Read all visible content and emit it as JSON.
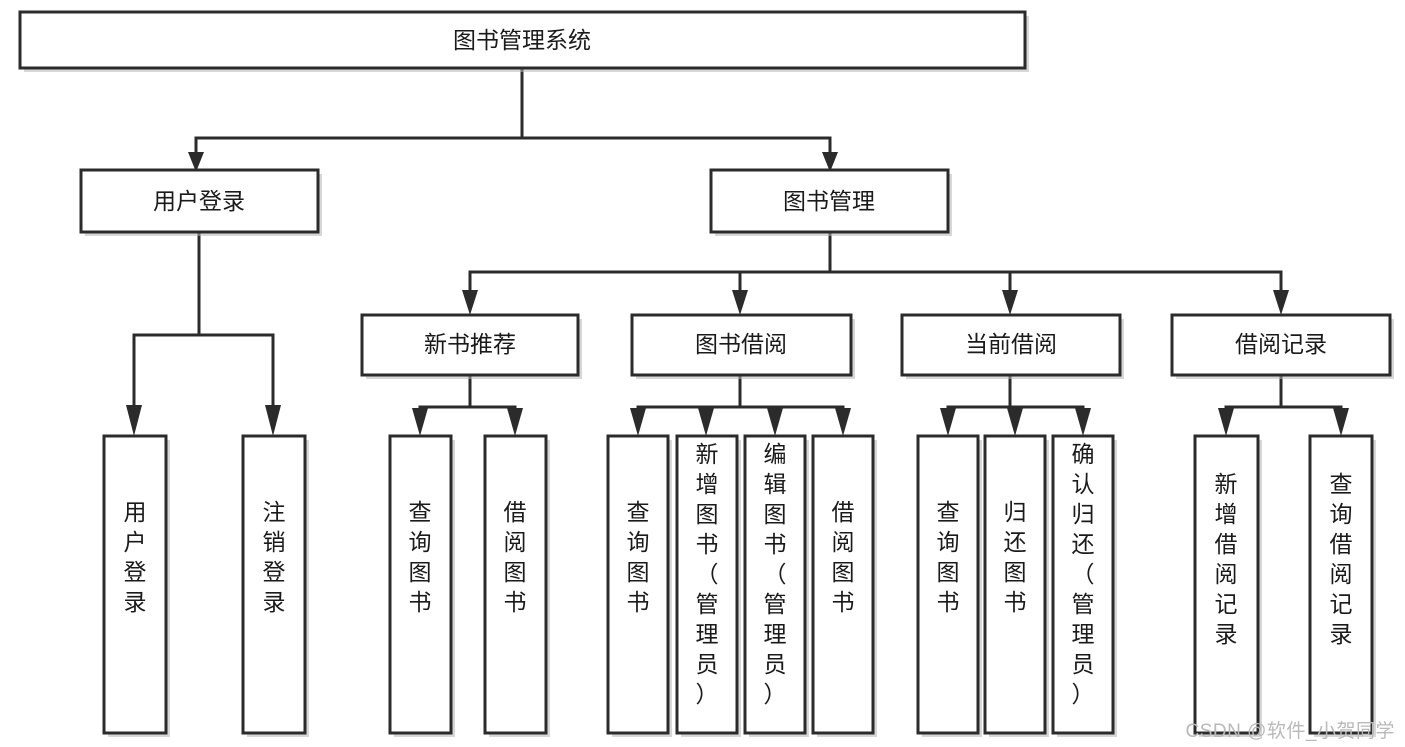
{
  "diagram": {
    "type": "hierarchy-tree",
    "title": "图书管理系统",
    "orientation": "top-down",
    "watermark": "CSDN @软件_小贺同学",
    "colors": {
      "stroke": "#2b2b2b",
      "fill": "#ffffff",
      "text": "#1a1a1a",
      "watermark": "#b9b9b9"
    },
    "levels": {
      "root": {
        "label": "图书管理系统"
      },
      "level2": [
        {
          "id": "user-login",
          "label": "用户登录"
        },
        {
          "id": "book-management",
          "label": "图书管理"
        }
      ],
      "level3": [
        {
          "id": "new-book-recommend",
          "label": "新书推荐",
          "parent": "book-management"
        },
        {
          "id": "book-borrow",
          "label": "图书借阅",
          "parent": "book-management"
        },
        {
          "id": "current-borrow",
          "label": "当前借阅",
          "parent": "book-management"
        },
        {
          "id": "borrow-record",
          "label": "借阅记录",
          "parent": "book-management"
        }
      ],
      "leaves": [
        {
          "id": "leaf-user-login",
          "label": "用户登录",
          "parent": "user-login"
        },
        {
          "id": "leaf-logout-login",
          "label": "注销登录",
          "parent": "user-login"
        },
        {
          "id": "leaf-query-book-1",
          "label": "查询图书",
          "parent": "new-book-recommend"
        },
        {
          "id": "leaf-borrow-book-1",
          "label": "借阅图书",
          "parent": "new-book-recommend"
        },
        {
          "id": "leaf-query-book-2",
          "label": "查询图书",
          "parent": "book-borrow"
        },
        {
          "id": "leaf-add-book",
          "label": "新增图书（管理员）",
          "parent": "book-borrow"
        },
        {
          "id": "leaf-edit-book",
          "label": "编辑图书（管理员）",
          "parent": "book-borrow"
        },
        {
          "id": "leaf-borrow-book-2",
          "label": "借阅图书",
          "parent": "book-borrow"
        },
        {
          "id": "leaf-query-book-3",
          "label": "查询图书",
          "parent": "current-borrow"
        },
        {
          "id": "leaf-return-book",
          "label": "归还图书",
          "parent": "current-borrow"
        },
        {
          "id": "leaf-confirm-return",
          "label": "确认归还（管理员）",
          "parent": "current-borrow"
        },
        {
          "id": "leaf-add-record",
          "label": "新增借阅记录",
          "parent": "borrow-record"
        },
        {
          "id": "leaf-query-record",
          "label": "查询借阅记录",
          "parent": "borrow-record"
        }
      ]
    }
  }
}
